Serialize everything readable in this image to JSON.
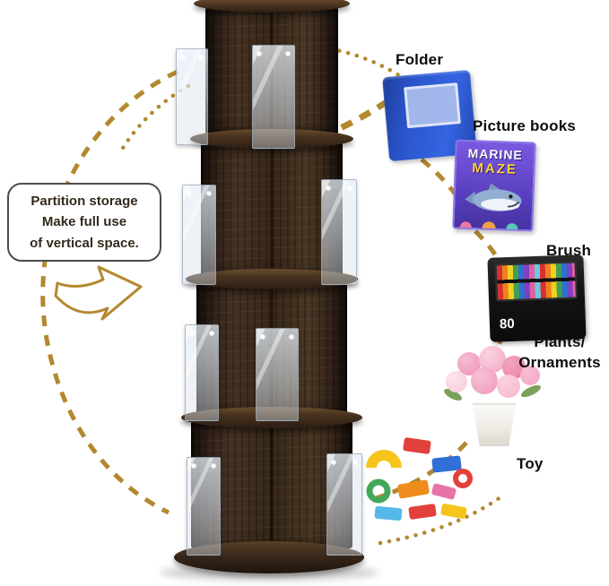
{
  "callout": {
    "lines": [
      "Partition storage",
      "Make full use",
      "of vertical space."
    ]
  },
  "annotations": {
    "folder": "Folder",
    "picture_books": "Picture books",
    "brush": "Brush",
    "plants_line1": "Plants/",
    "plants_line2": "Ornaments",
    "toy": "Toy"
  },
  "products": {
    "book_title_top": "MARINE",
    "book_title_bottom": "MAZE",
    "marker_count": "80"
  },
  "colors": {
    "accent_gold": "#b3882f",
    "wood_brown": "#3a2a1c",
    "folder_blue": "#2a55cc",
    "book_purple": "#5a3fc0",
    "label_text": "#0d0d0d"
  }
}
